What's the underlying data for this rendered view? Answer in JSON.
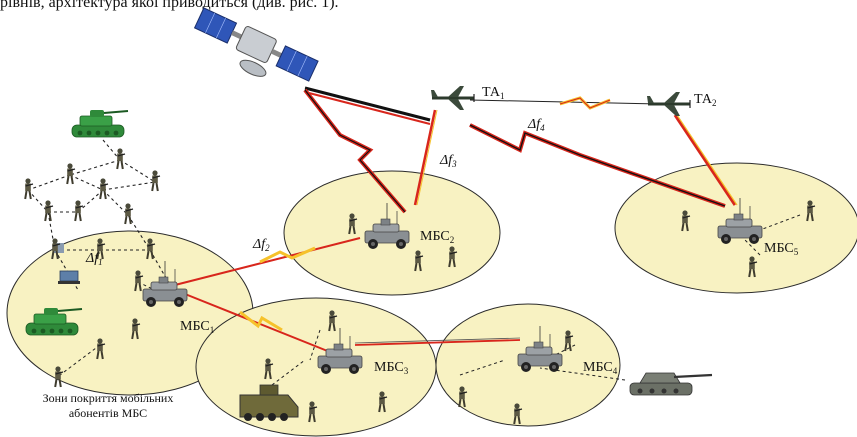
{
  "top_text": "рівнів, архітектура якої приводиться (див. рис. 1).",
  "colors": {
    "zone_fill": "#f8f2c2",
    "zone_stroke": "#2b2b2b",
    "tank_green": "#2f8a3a",
    "vehicle_gray": "#8a8f93",
    "link_red": "#d8261c",
    "link_yellow": "#f6c22b",
    "link_black": "#111111"
  },
  "labels": {
    "mbs1": {
      "base": "МБС",
      "sub": "1"
    },
    "mbs2": {
      "base": "МБС",
      "sub": "2"
    },
    "mbs3": {
      "base": "МБС",
      "sub": "3"
    },
    "mbs4": {
      "base": "МБС",
      "sub": "4"
    },
    "mbs5": {
      "base": "МБС",
      "sub": "5"
    },
    "ta1": {
      "base": "ТА",
      "sub": "1"
    },
    "ta2": {
      "base": "ТА",
      "sub": "2"
    },
    "df1": {
      "base": "Δf",
      "sub": "1"
    },
    "df2": {
      "base": "Δf",
      "sub": "2"
    },
    "df3": {
      "base": "Δf",
      "sub": "3"
    },
    "df4": {
      "base": "Δf",
      "sub": "4"
    }
  },
  "caption": {
    "line1": "Зони покриття мобільних",
    "line2": "абонентів МБС"
  },
  "icons": [
    "satellite-icon",
    "uav-icon",
    "armored-vehicle-icon",
    "tank-icon",
    "soldier-icon",
    "laptop-icon"
  ]
}
